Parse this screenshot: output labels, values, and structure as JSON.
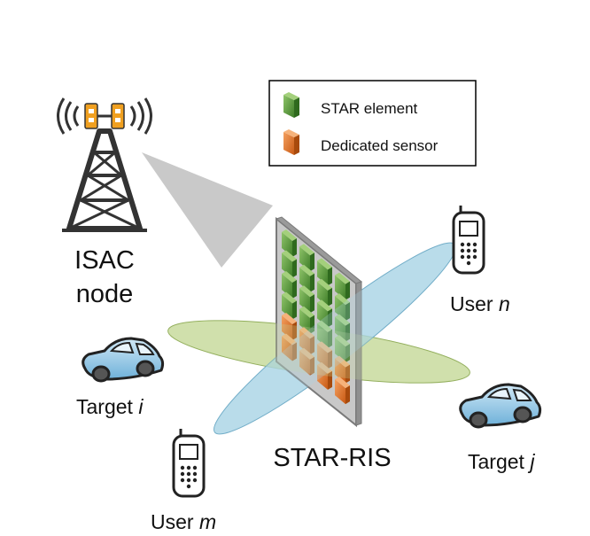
{
  "legend": {
    "items": [
      {
        "label": "STAR element",
        "color": "#5b9a3a"
      },
      {
        "label": "Dedicated sensor",
        "color": "#e07a2e"
      }
    ]
  },
  "labels": {
    "isac_line1": "ISAC",
    "isac_line2": "node",
    "star_ris": "STAR-RIS",
    "user_n_prefix": "User ",
    "user_n_var": "n",
    "user_m_prefix": "User ",
    "user_m_var": "m",
    "target_i_prefix": "Target ",
    "target_i_var": "i",
    "target_j_prefix": "Target ",
    "target_j_var": "j"
  },
  "colors": {
    "beam_green": "#c6d99a",
    "beam_blue": "#a9d4e6",
    "ris_panel": "#b7b7b7",
    "car_body": "#8ec6e4",
    "tower": "#404040",
    "signal_orange": "#f0a020"
  }
}
